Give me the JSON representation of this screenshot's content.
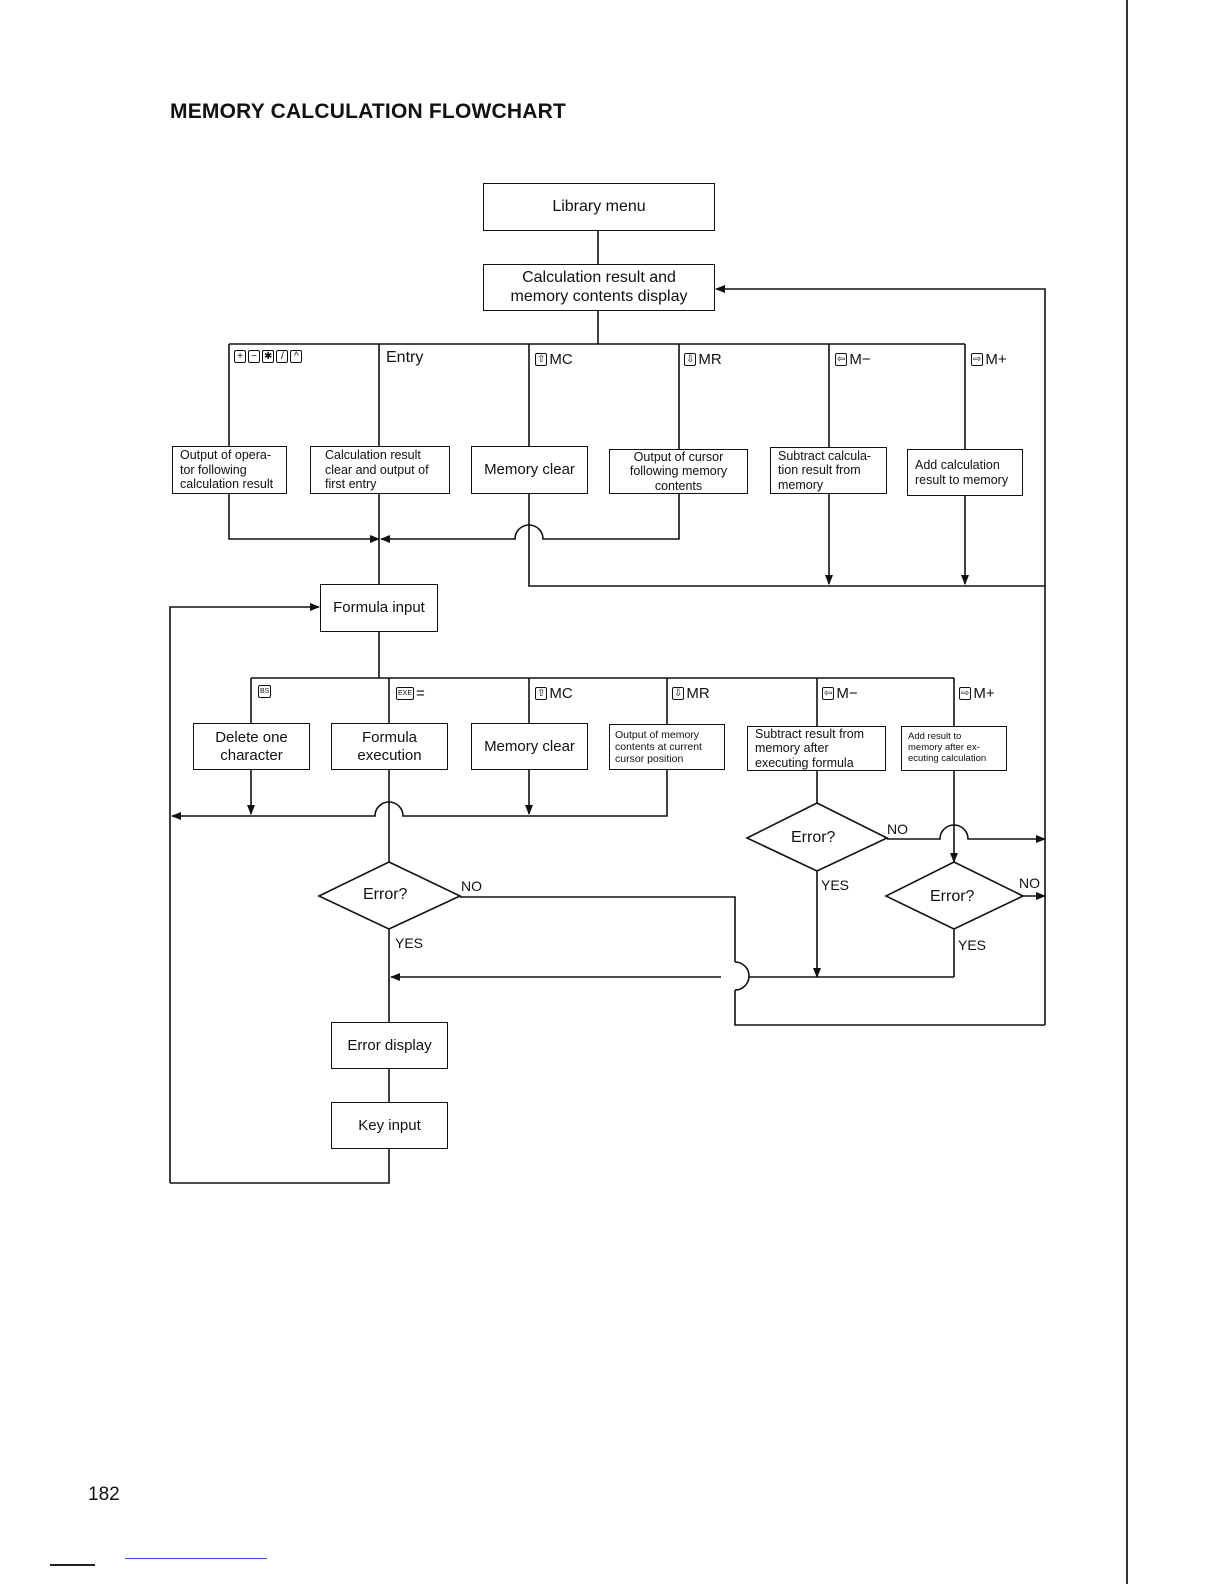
{
  "page": {
    "title": "MEMORY CALCULATION FLOWCHART",
    "page_number": "182"
  },
  "boxes": {
    "library_menu": "Library menu",
    "calc_display": [
      "Calculation result and",
      "memory contents display"
    ],
    "output_operator": [
      "Output of opera-",
      "tor following",
      "calculation result"
    ],
    "calc_clear": [
      "Calculation result",
      "clear and output of",
      "first entry"
    ],
    "memory_clear_1": "Memory clear",
    "output_cursor": [
      "Output of cursor",
      "following memory",
      "contents"
    ],
    "subtract_calc": [
      "Subtract calcula-",
      "tion result from",
      "memory"
    ],
    "add_calc": [
      "Add calculation",
      "result to memory"
    ],
    "formula_input": "Formula input",
    "delete_char": [
      "Delete one",
      "character"
    ],
    "formula_exec": [
      "Formula",
      "execution"
    ],
    "memory_clear_2": "Memory clear",
    "output_memory": [
      "Output of memory",
      "contents at current",
      "cursor position"
    ],
    "subtract_after": [
      "Subtract result from",
      "memory after",
      "executing formula"
    ],
    "add_after": [
      "Add result to",
      "memory after ex-",
      "ecuting calculation"
    ],
    "error_display": "Error display",
    "key_input": "Key input"
  },
  "branch_labels_top": {
    "ops_keys": [
      "+",
      "−",
      "✱",
      "/",
      "^"
    ],
    "entry": "Entry",
    "mc": {
      "key": "⇧",
      "text": "MC"
    },
    "mr": {
      "key": "⇩",
      "text": "MR"
    },
    "mminus": {
      "key": "⇦",
      "text": "M−"
    },
    "mplus": {
      "key": "⇨",
      "text": "M+"
    }
  },
  "branch_labels_bottom": {
    "bs": {
      "key": "BS",
      "text": ""
    },
    "exe": {
      "key": "EXE",
      "text": "="
    },
    "mc": {
      "key": "⇧",
      "text": "MC"
    },
    "mr": {
      "key": "⇩",
      "text": "MR"
    },
    "mminus": {
      "key": "⇦",
      "text": "M−"
    },
    "mplus": {
      "key": "⇨",
      "text": "M+"
    }
  },
  "decisions": {
    "error_q": "Error?",
    "yes": "YES",
    "no": "NO"
  }
}
